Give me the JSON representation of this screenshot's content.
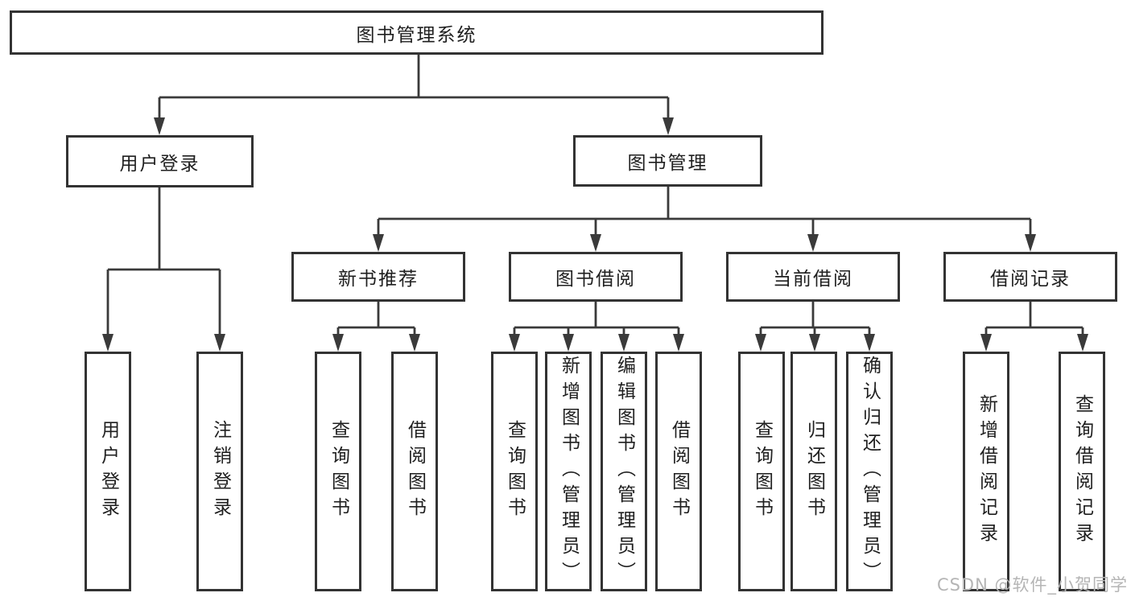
{
  "diagram": {
    "root": {
      "label": "图书管理系统"
    },
    "branches": [
      {
        "label": "用户登录",
        "children": [
          {
            "label": "用户登录"
          },
          {
            "label": "注销登录"
          }
        ]
      },
      {
        "label": "图书管理",
        "sections": [
          {
            "label": "新书推荐",
            "children": [
              {
                "label": "查询图书"
              },
              {
                "label": "借阅图书"
              }
            ]
          },
          {
            "label": "图书借阅",
            "children": [
              {
                "label": "查询图书"
              },
              {
                "label": "新增图书（管理员）"
              },
              {
                "label": "编辑图书（管理员）"
              },
              {
                "label": "借阅图书"
              }
            ]
          },
          {
            "label": "当前借阅",
            "children": [
              {
                "label": "查询图书"
              },
              {
                "label": "归还图书"
              },
              {
                "label": "确认归还（管理员）"
              }
            ]
          },
          {
            "label": "借阅记录",
            "children": [
              {
                "label": "新增借阅记录"
              },
              {
                "label": "查询借阅记录"
              }
            ]
          }
        ]
      }
    ],
    "line_color": "#3a3a3a",
    "box_border_color": "#333333",
    "background_color": "#ffffff"
  },
  "watermark": {
    "text": "CSDN @软件_小贺同学",
    "color": "#b5b5b5"
  }
}
